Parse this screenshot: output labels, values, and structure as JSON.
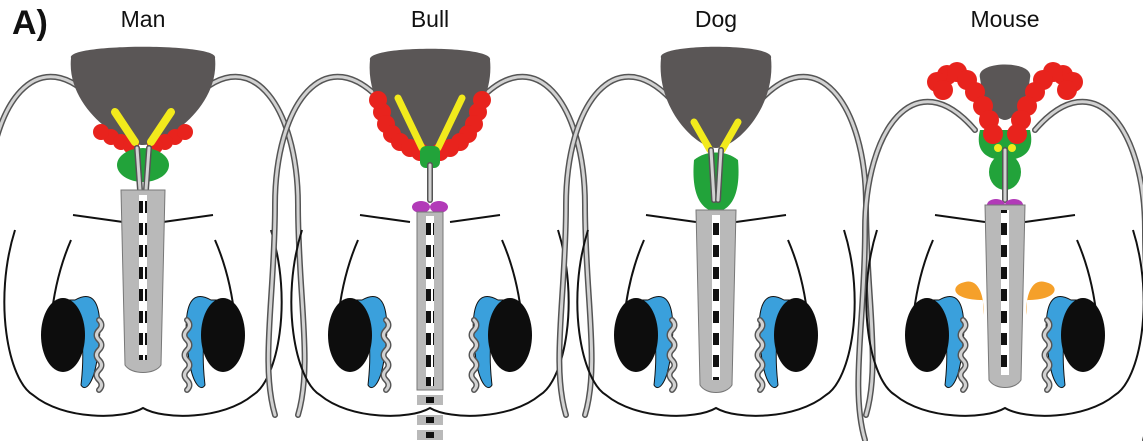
{
  "panel_label": "A)",
  "species": [
    {
      "key": "man",
      "title": "Man"
    },
    {
      "key": "bull",
      "title": "Bull"
    },
    {
      "key": "dog",
      "title": "Dog"
    },
    {
      "key": "mouse",
      "title": "Mouse"
    }
  ],
  "colors": {
    "bladder": "#5a5656",
    "seminal_vesicle": "#e8231d",
    "ampulla": "#f2ea1c",
    "prostate": "#22a33a",
    "bulbourethral": "#b23ab8",
    "testis": "#0d0d0d",
    "epididymis": "#3aa0dc",
    "preputial": "#f5a02a",
    "penis": "#b9b9b9",
    "duct": "#8a8a8a"
  }
}
